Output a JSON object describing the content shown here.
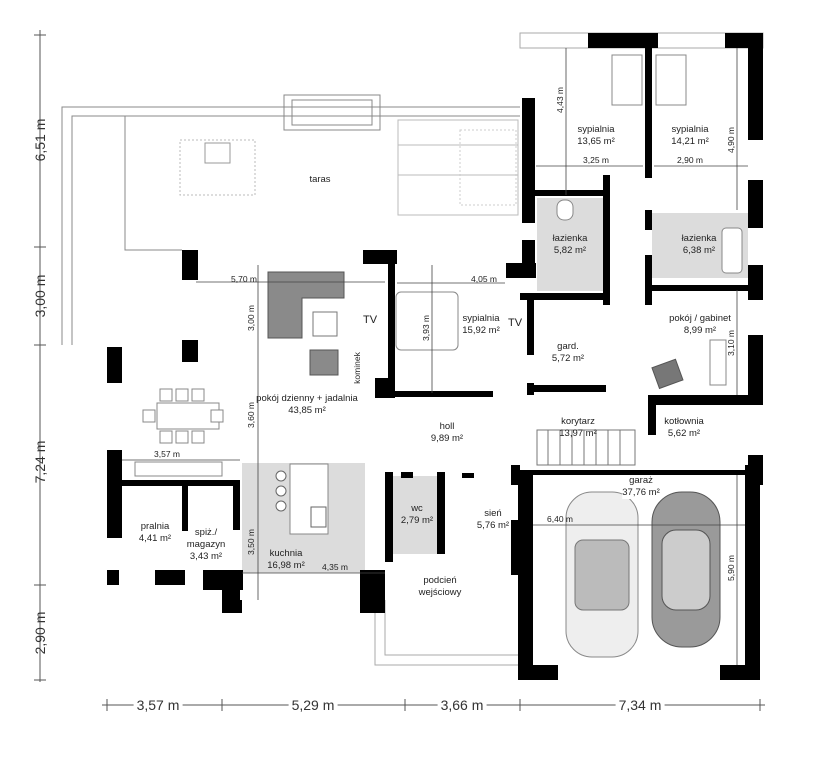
{
  "rooms": {
    "taras": {
      "name": "taras"
    },
    "bed1": {
      "name": "sypialnia",
      "area": "13,65 m²"
    },
    "bed2": {
      "name": "sypialnia",
      "area": "14,21 m²"
    },
    "bath1": {
      "name": "łazienka",
      "area": "5,82 m²"
    },
    "bath2": {
      "name": "łazienka",
      "area": "6,38 m²"
    },
    "office": {
      "name": "pokój / gabinet",
      "area": "8,99 m²"
    },
    "bed3": {
      "name": "sypialnia",
      "area": "15,92 m²"
    },
    "wardrobe": {
      "name": "gard.",
      "area": "5,72 m²"
    },
    "living": {
      "name": "pokój dzienny + jadalnia",
      "area": "43,85 m²"
    },
    "hall": {
      "name": "holl",
      "area": "9,89 m²"
    },
    "corridor": {
      "name": "korytarz",
      "area": "13,97 m²"
    },
    "boiler": {
      "name": "kotłownia",
      "area": "5,62 m²"
    },
    "garage": {
      "name": "garaż",
      "area": "37,76 m²"
    },
    "wc": {
      "name": "wc",
      "area": "2,79 m²"
    },
    "vestibule": {
      "name": "sień",
      "area": "5,76 m²"
    },
    "laundry": {
      "name": "pralnia",
      "area": "4,41 m²"
    },
    "pantry": {
      "name": "spiż./",
      "name2": "magazyn",
      "area": "3,43 m²"
    },
    "kitchen": {
      "name": "kuchnia",
      "area": "16,98 m²"
    },
    "porch": {
      "name": "podcień",
      "name2": "wejściowy"
    }
  },
  "inner_dims": {
    "d443": "4,43 m",
    "d325": "3,25 m",
    "d290": "2,90 m",
    "d490": "4,90 m",
    "d405": "4,05 m",
    "d570": "5,70 m",
    "d300": "3,00 m",
    "d393": "3,93 m",
    "d360": "3,60 m",
    "d357": "3,57 m",
    "d350": "3,50 m",
    "d435": "4,35 m",
    "d640": "6,40 m",
    "d590": "5,90 m",
    "d310": "3,10 m"
  },
  "fixtures": {
    "tv": "TV",
    "fireplace": "kominek"
  },
  "outer_dims": {
    "left": [
      "6,51 m",
      "3,00 m",
      "7,24 m",
      "2,90 m"
    ],
    "bottom": [
      "3,57 m",
      "5,29 m",
      "3,66 m",
      "7,34 m"
    ]
  },
  "colors": {
    "wall": "#000000",
    "wet_floor": "#dcdcdc",
    "furniture": "#8a8a8a",
    "car": "#9a9a9a"
  }
}
